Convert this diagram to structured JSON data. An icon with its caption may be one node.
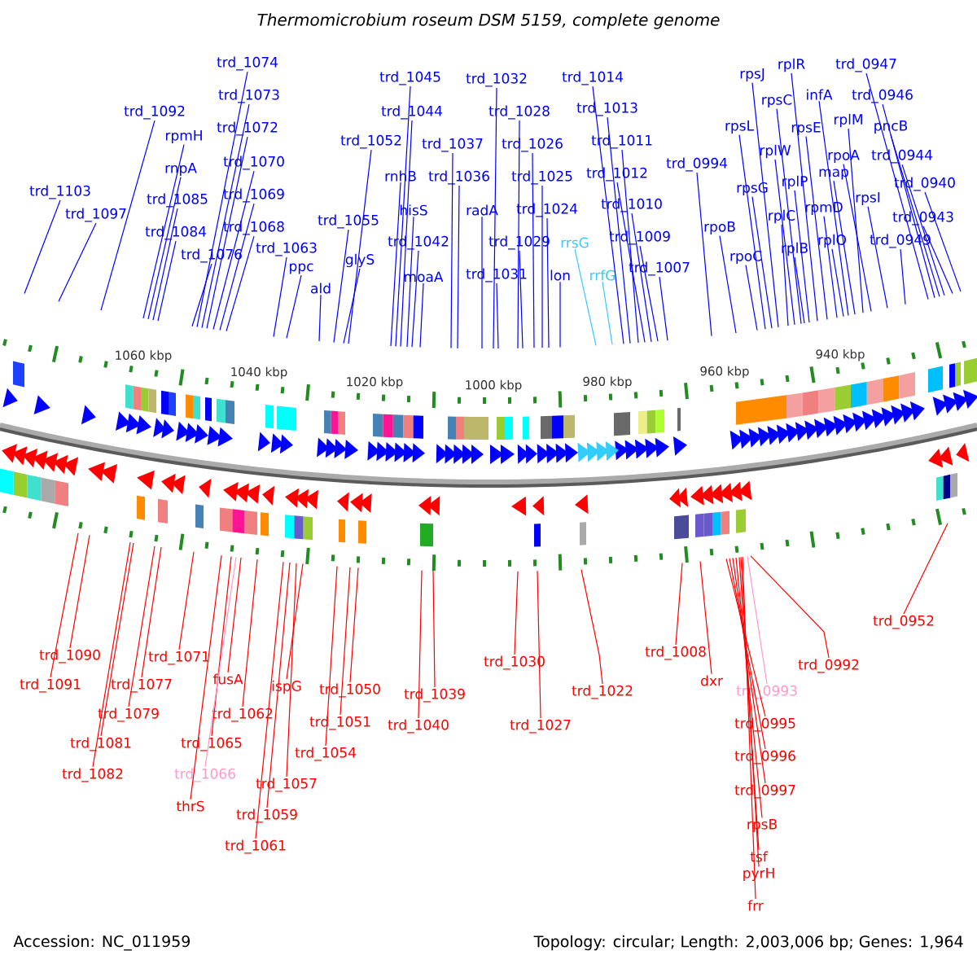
{
  "diagram": {
    "title": "Thermomicrobium roseum DSM 5159, complete genome",
    "nodes": [
      {
        "text": [
          "trd_1103"
        ]
      },
      {
        "text": [
          "trd_1097"
        ]
      },
      {
        "text": [
          "trd_1092"
        ]
      },
      {
        "text": [
          "rpmH"
        ]
      },
      {
        "text": [
          "rnpA"
        ]
      },
      {
        "text": [
          "trd_1085"
        ]
      },
      {
        "text": [
          "trd_1084"
        ]
      },
      {
        "text": [
          "trd_1076"
        ]
      },
      {
        "text": [
          "trd_1074"
        ]
      },
      {
        "text": [
          "trd_1073"
        ]
      },
      {
        "text": [
          "trd_1072"
        ]
      },
      {
        "text": [
          "trd_1070"
        ]
      },
      {
        "text": [
          "trd_1069"
        ]
      },
      {
        "text": [
          "trd_1068"
        ]
      },
      {
        "text": [
          "trd_1063"
        ]
      },
      {
        "text": [
          "ppc"
        ]
      },
      {
        "text": [
          "trd_1055"
        ]
      },
      {
        "text": [
          "glyS"
        ]
      },
      {
        "text": [
          "ald"
        ]
      },
      {
        "text": [
          "trd_1052"
        ]
      },
      {
        "text": [
          "trd_1045"
        ]
      },
      {
        "text": [
          "trd_1044"
        ]
      },
      {
        "text": [
          "rnhB"
        ]
      },
      {
        "text": [
          "hisS"
        ]
      },
      {
        "text": [
          "trd_1042"
        ]
      },
      {
        "text": [
          "moaA"
        ]
      },
      {
        "text": [
          "trd_1037"
        ]
      },
      {
        "text": [
          "trd_1036"
        ]
      },
      {
        "text": [
          "radA"
        ]
      },
      {
        "text": [
          "trd_1032"
        ]
      },
      {
        "text": [
          "trd_1031"
        ]
      },
      {
        "text": [
          "trd_1028"
        ]
      },
      {
        "text": [
          "trd_1026"
        ]
      },
      {
        "text": [
          "trd_1025"
        ]
      },
      {
        "text": [
          "trd_1024"
        ]
      },
      {
        "text": [
          "trd_1029"
        ]
      },
      {
        "text": [
          "lon"
        ]
      },
      {
        "text": [
          "rrsG"
        ]
      },
      {
        "text": [
          "rrfG"
        ]
      },
      {
        "text": [
          "trd_1014"
        ]
      },
      {
        "text": [
          "trd_1013"
        ]
      },
      {
        "text": [
          "trd_1011"
        ]
      },
      {
        "text": [
          "trd_1012"
        ]
      },
      {
        "text": [
          "trd_1010"
        ]
      },
      {
        "text": [
          "trd_1009"
        ]
      },
      {
        "text": [
          "trd_1007"
        ]
      },
      {
        "text": [
          "trd_0994"
        ]
      },
      {
        "text": [
          "rpoB"
        ]
      },
      {
        "text": [
          "rpoC"
        ]
      },
      {
        "text": [
          "rpsJ"
        ]
      },
      {
        "text": [
          "rplR"
        ]
      },
      {
        "text": [
          "rpsC"
        ]
      },
      {
        "text": [
          "rpsL"
        ]
      },
      {
        "text": [
          "rplW"
        ]
      },
      {
        "text": [
          "rpsG"
        ]
      },
      {
        "text": [
          "rplP"
        ]
      },
      {
        "text": [
          "rplC"
        ]
      },
      {
        "text": [
          "rplB"
        ]
      },
      {
        "text": [
          "rpsE"
        ]
      },
      {
        "text": [
          "infA"
        ]
      },
      {
        "text": [
          "rplM"
        ]
      },
      {
        "text": [
          "map"
        ]
      },
      {
        "text": [
          "rpmD"
        ]
      },
      {
        "text": [
          "rplO"
        ]
      },
      {
        "text": [
          "rpoA"
        ]
      },
      {
        "text": [
          "rpsI"
        ]
      },
      {
        "text": [
          "trd_0949"
        ]
      },
      {
        "text": [
          "trd_0947"
        ]
      },
      {
        "text": [
          "trd_0946"
        ]
      },
      {
        "text": [
          "pncB"
        ]
      },
      {
        "text": [
          "trd_0944"
        ]
      },
      {
        "text": [
          "trd_0940"
        ]
      },
      {
        "text": [
          "trd_0943"
        ]
      },
      {
        "text": [
          "trd_1090"
        ]
      },
      {
        "text": [
          "trd_1091"
        ]
      },
      {
        "text": [
          "trd_1071"
        ]
      },
      {
        "text": [
          "trd_1077"
        ]
      },
      {
        "text": [
          "trd_1079"
        ]
      },
      {
        "text": [
          "trd_1081"
        ]
      },
      {
        "text": [
          "trd_1082"
        ]
      },
      {
        "text": [
          "fusA"
        ]
      },
      {
        "text": [
          "trd_1062"
        ]
      },
      {
        "text": [
          "trd_1065"
        ]
      },
      {
        "text": [
          "trd_1066"
        ]
      },
      {
        "text": [
          "thrS"
        ]
      },
      {
        "text": [
          "ispG"
        ]
      },
      {
        "text": [
          "trd_1057"
        ]
      },
      {
        "text": [
          "trd_1059"
        ]
      },
      {
        "text": [
          "trd_1061"
        ]
      },
      {
        "text": [
          "trd_1050"
        ]
      },
      {
        "text": [
          "trd_1051"
        ]
      },
      {
        "text": [
          "trd_1054"
        ]
      },
      {
        "text": [
          "trd_1039"
        ]
      },
      {
        "text": [
          "trd_1040"
        ]
      },
      {
        "text": [
          "trd_1030"
        ]
      },
      {
        "text": [
          "trd_1027"
        ]
      },
      {
        "text": [
          "trd_1022"
        ]
      },
      {
        "text": [
          "trd_1008"
        ]
      },
      {
        "text": [
          "dxr"
        ]
      },
      {
        "text": [
          "trd_0993"
        ]
      },
      {
        "text": [
          "trd_0995"
        ]
      },
      {
        "text": [
          "trd_0996"
        ]
      },
      {
        "text": [
          "trd_0997"
        ]
      },
      {
        "text": [
          "rpsB"
        ]
      },
      {
        "text": [
          "tsf"
        ]
      },
      {
        "text": [
          "pyrH"
        ]
      },
      {
        "text": [
          "frr"
        ]
      },
      {
        "text": [
          "trd_0992"
        ]
      },
      {
        "text": [
          "trd_0952"
        ]
      }
    ],
    "edges": [
      {
        "from": 0,
        "to": null,
        "arrow": "none"
      },
      {
        "from": 1,
        "to": null,
        "arrow": "none"
      },
      {
        "from": 2,
        "to": null,
        "arrow": "none"
      },
      {
        "from": 3,
        "to": null,
        "arrow": "none"
      },
      {
        "from": 4,
        "to": null,
        "arrow": "none"
      },
      {
        "from": 5,
        "to": null,
        "arrow": "none"
      },
      {
        "from": 6,
        "to": null,
        "arrow": "none"
      },
      {
        "from": 7,
        "to": null,
        "arrow": "none"
      },
      {
        "from": 8,
        "to": null,
        "arrow": "none"
      },
      {
        "from": 9,
        "to": null,
        "arrow": "none"
      },
      {
        "from": 10,
        "to": null,
        "arrow": "none"
      },
      {
        "from": 11,
        "to": null,
        "arrow": "none"
      },
      {
        "from": 12,
        "to": null,
        "arrow": "none"
      },
      {
        "from": 13,
        "to": null,
        "arrow": "none"
      },
      {
        "from": 14,
        "to": null,
        "arrow": "none"
      },
      {
        "from": 15,
        "to": null,
        "arrow": "none"
      },
      {
        "from": 16,
        "to": null,
        "arrow": "none"
      },
      {
        "from": 17,
        "to": null,
        "arrow": "none"
      },
      {
        "from": 18,
        "to": null,
        "arrow": "none"
      },
      {
        "from": 19,
        "to": null,
        "arrow": "none"
      },
      {
        "from": 20,
        "to": null,
        "arrow": "none"
      },
      {
        "from": 21,
        "to": null,
        "arrow": "none"
      },
      {
        "from": 22,
        "to": null,
        "arrow": "none"
      },
      {
        "from": 23,
        "to": null,
        "arrow": "none"
      },
      {
        "from": 24,
        "to": null,
        "arrow": "none"
      },
      {
        "from": 25,
        "to": null,
        "arrow": "none"
      },
      {
        "from": 26,
        "to": null,
        "arrow": "none"
      },
      {
        "from": 27,
        "to": null,
        "arrow": "none"
      },
      {
        "from": 28,
        "to": null,
        "arrow": "none"
      },
      {
        "from": 29,
        "to": null,
        "arrow": "none"
      },
      {
        "from": 30,
        "to": null,
        "arrow": "none"
      },
      {
        "from": 31,
        "to": null,
        "arrow": "none"
      },
      {
        "from": 32,
        "to": null,
        "arrow": "none"
      },
      {
        "from": 33,
        "to": null,
        "arrow": "none"
      },
      {
        "from": 34,
        "to": null,
        "arrow": "none"
      },
      {
        "from": 35,
        "to": null,
        "arrow": "none"
      },
      {
        "from": 36,
        "to": null,
        "arrow": "none"
      },
      {
        "from": 37,
        "to": null,
        "arrow": "none",
        "color": "#33ccff"
      },
      {
        "from": 38,
        "to": null,
        "arrow": "none",
        "color": "#33ccff"
      },
      {
        "from": 39,
        "to": null,
        "arrow": "none"
      },
      {
        "from": 40,
        "to": null,
        "arrow": "none"
      },
      {
        "from": 41,
        "to": null,
        "arrow": "none"
      },
      {
        "from": 42,
        "to": null,
        "arrow": "none"
      },
      {
        "from": 43,
        "to": null,
        "arrow": "none"
      },
      {
        "from": 44,
        "to": null,
        "arrow": "none"
      },
      {
        "from": 45,
        "to": null,
        "arrow": "none"
      },
      {
        "from": 46,
        "to": null,
        "arrow": "none"
      },
      {
        "from": 47,
        "to": null,
        "arrow": "none"
      },
      {
        "from": 48,
        "to": null,
        "arrow": "none"
      },
      {
        "from": 49,
        "to": null,
        "arrow": "none"
      },
      {
        "from": 50,
        "to": null,
        "arrow": "none"
      },
      {
        "from": 51,
        "to": null,
        "arrow": "none"
      },
      {
        "from": 52,
        "to": null,
        "arrow": "none"
      },
      {
        "from": 53,
        "to": null,
        "arrow": "none"
      },
      {
        "from": 54,
        "to": null,
        "arrow": "none"
      },
      {
        "from": 55,
        "to": null,
        "arrow": "none"
      },
      {
        "from": 56,
        "to": null,
        "arrow": "none"
      },
      {
        "from": 57,
        "to": null,
        "arrow": "none"
      },
      {
        "from": 58,
        "to": null,
        "arrow": "none"
      },
      {
        "from": 59,
        "to": null,
        "arrow": "none"
      },
      {
        "from": 60,
        "to": null,
        "arrow": "none"
      },
      {
        "from": 61,
        "to": null,
        "arrow": "none"
      },
      {
        "from": 62,
        "to": null,
        "arrow": "none"
      },
      {
        "from": 63,
        "to": null,
        "arrow": "none"
      },
      {
        "from": 64,
        "to": null,
        "arrow": "none"
      },
      {
        "from": 65,
        "to": null,
        "arrow": "none"
      },
      {
        "from": 66,
        "to": null,
        "arrow": "none"
      },
      {
        "from": 67,
        "to": null,
        "arrow": "none"
      },
      {
        "from": 68,
        "to": null,
        "arrow": "none"
      },
      {
        "from": 69,
        "to": null,
        "arrow": "none"
      },
      {
        "from": 70,
        "to": null,
        "arrow": "none"
      },
      {
        "from": 71,
        "to": null,
        "arrow": "none"
      },
      {
        "from": 72,
        "to": null,
        "arrow": "none"
      },
      {
        "from": 73,
        "to": null,
        "arrow": "none",
        "color": "#ff0000"
      },
      {
        "from": 74,
        "to": null,
        "arrow": "none",
        "color": "#ff0000"
      },
      {
        "from": 75,
        "to": null,
        "arrow": "none",
        "color": "#ff0000"
      },
      {
        "from": 76,
        "to": null,
        "arrow": "none",
        "color": "#ff0000"
      },
      {
        "from": 77,
        "to": null,
        "arrow": "none",
        "color": "#ff0000"
      },
      {
        "from": 78,
        "to": null,
        "arrow": "none",
        "color": "#ff0000"
      },
      {
        "from": 79,
        "to": null,
        "arrow": "none",
        "color": "#ff0000"
      },
      {
        "from": 80,
        "to": null,
        "arrow": "none",
        "color": "#ff0000"
      },
      {
        "from": 81,
        "to": null,
        "arrow": "none",
        "color": "#ff0000"
      },
      {
        "from": 82,
        "to": null,
        "arrow": "none",
        "color": "#ff0000"
      },
      {
        "from": 83,
        "to": null,
        "arrow": "none",
        "color": "#ff99cc"
      },
      {
        "from": 84,
        "to": null,
        "arrow": "none",
        "color": "#ff0000"
      },
      {
        "from": 85,
        "to": null,
        "arrow": "none",
        "color": "#ff0000"
      },
      {
        "from": 86,
        "to": null,
        "arrow": "none",
        "color": "#ff0000"
      },
      {
        "from": 87,
        "to": null,
        "arrow": "none",
        "color": "#ff0000"
      },
      {
        "from": 88,
        "to": null,
        "arrow": "none",
        "color": "#ff0000"
      },
      {
        "from": 89,
        "to": null,
        "arrow": "none",
        "color": "#ff0000"
      },
      {
        "from": 90,
        "to": null,
        "arrow": "none",
        "color": "#ff0000"
      },
      {
        "from": 91,
        "to": null,
        "arrow": "none",
        "color": "#ff0000"
      },
      {
        "from": 92,
        "to": null,
        "arrow": "none",
        "color": "#ff0000"
      },
      {
        "from": 93,
        "to": null,
        "arrow": "none",
        "color": "#ff0000"
      },
      {
        "from": 94,
        "to": null,
        "arrow": "none",
        "color": "#ff0000"
      },
      {
        "from": 95,
        "to": null,
        "arrow": "none",
        "color": "#ff0000"
      },
      {
        "from": 96,
        "to": null,
        "arrow": "none",
        "color": "#ff0000"
      },
      {
        "from": 97,
        "to": null,
        "arrow": "none",
        "color": "#ff0000"
      },
      {
        "from": 98,
        "to": null,
        "arrow": "none",
        "color": "#ff0000"
      },
      {
        "from": 99,
        "to": null,
        "arrow": "none",
        "color": "#ff99cc"
      },
      {
        "from": 100,
        "to": null,
        "arrow": "none",
        "color": "#ff0000"
      },
      {
        "from": 101,
        "to": null,
        "arrow": "none",
        "color": "#ff0000"
      },
      {
        "from": 102,
        "to": null,
        "arrow": "none",
        "color": "#ff0000"
      },
      {
        "from": 103,
        "to": null,
        "arrow": "none",
        "color": "#ff0000"
      },
      {
        "from": 104,
        "to": null,
        "arrow": "none",
        "color": "#ff0000"
      },
      {
        "from": 105,
        "to": null,
        "arrow": "none",
        "color": "#ff0000"
      },
      {
        "from": 106,
        "to": null,
        "arrow": "none",
        "color": "#ff0000"
      },
      {
        "from": 107,
        "to": null,
        "arrow": "none",
        "color": "#ff0000"
      },
      {
        "from": 108,
        "to": null,
        "arrow": "none",
        "color": "#ff0000"
      }
    ],
    "labels": [
      "1060 kbp",
      "1040 kbp",
      "1020 kbp",
      "1000 kbp",
      "980 kbp",
      "960 kbp",
      "940 kbp",
      "Accession: NC_011959",
      "Topology: circular; Length: 2,003,006 bp; Genes: 1,964"
    ]
  }
}
